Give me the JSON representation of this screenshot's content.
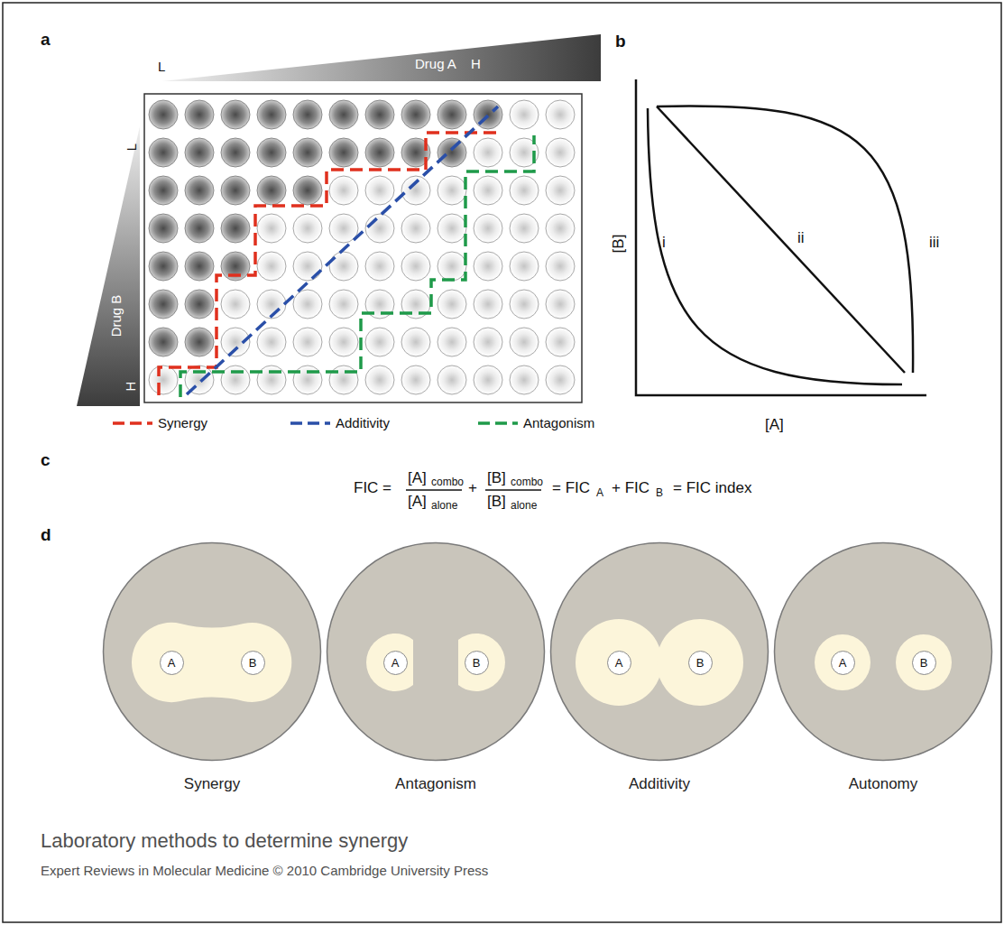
{
  "diagram": {
    "title": "Laboratory methods to determine synergy",
    "caption": "Expert Reviews in Molecular Medicine © 2010 Cambridge University Press",
    "nodes": [
      {
        "text": [
          "Synergy"
        ]
      },
      {
        "text": [
          "A"
        ],
        "in": 0
      },
      {
        "text": [
          "B"
        ],
        "in": 0
      },
      {
        "text": [
          "Antagonism"
        ]
      },
      {
        "text": [
          "A"
        ],
        "in": 3
      },
      {
        "text": [
          "B"
        ],
        "in": 3
      },
      {
        "text": [
          "Additivity"
        ]
      },
      {
        "text": [
          "A"
        ],
        "in": 6
      },
      {
        "text": [
          "B"
        ],
        "in": 6
      },
      {
        "text": [
          "Autonomy"
        ]
      },
      {
        "text": [
          "A"
        ],
        "in": 9
      },
      {
        "text": [
          "B"
        ],
        "in": 9
      }
    ],
    "labels": [
      "a",
      "L",
      "Drug A",
      "H",
      "L",
      "Drug B",
      "H",
      "b",
      "[B]",
      "i",
      "ii",
      "iii",
      "[A]",
      "c",
      "FIC =",
      "[A]",
      "combo",
      "+",
      "[B]",
      "combo",
      "[A]",
      "alone",
      "[B]",
      "alone",
      "= FIC",
      "A",
      "+ FIC",
      "B",
      "= FIC index",
      "d"
    ],
    "legend": [
      {
        "text": "Synergy"
      },
      {
        "text": "Additivity"
      },
      {
        "text": "Antagonism"
      }
    ]
  }
}
